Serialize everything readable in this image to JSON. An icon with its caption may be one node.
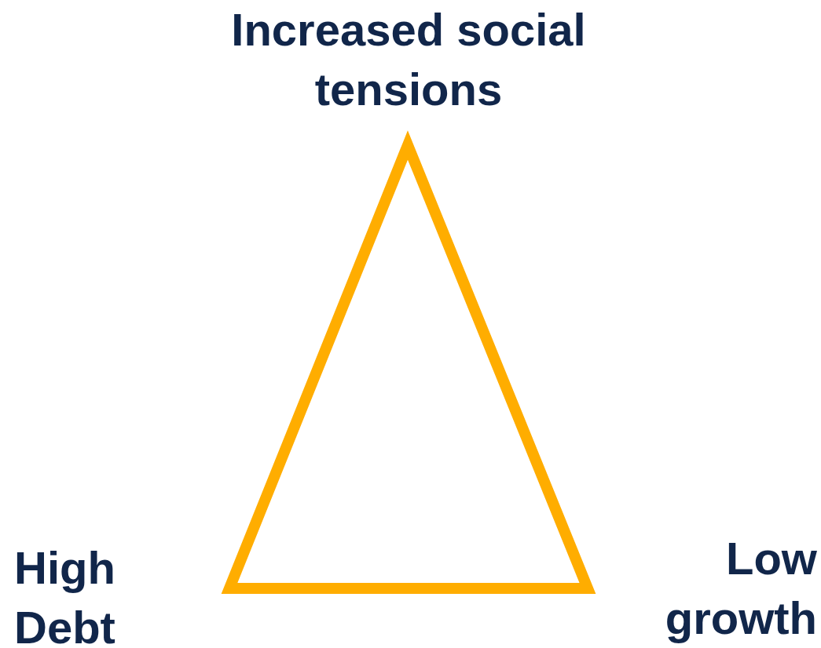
{
  "diagram": {
    "labels": [
      "Increased social tensions",
      "High Debt",
      "Low growth"
    ]
  }
}
